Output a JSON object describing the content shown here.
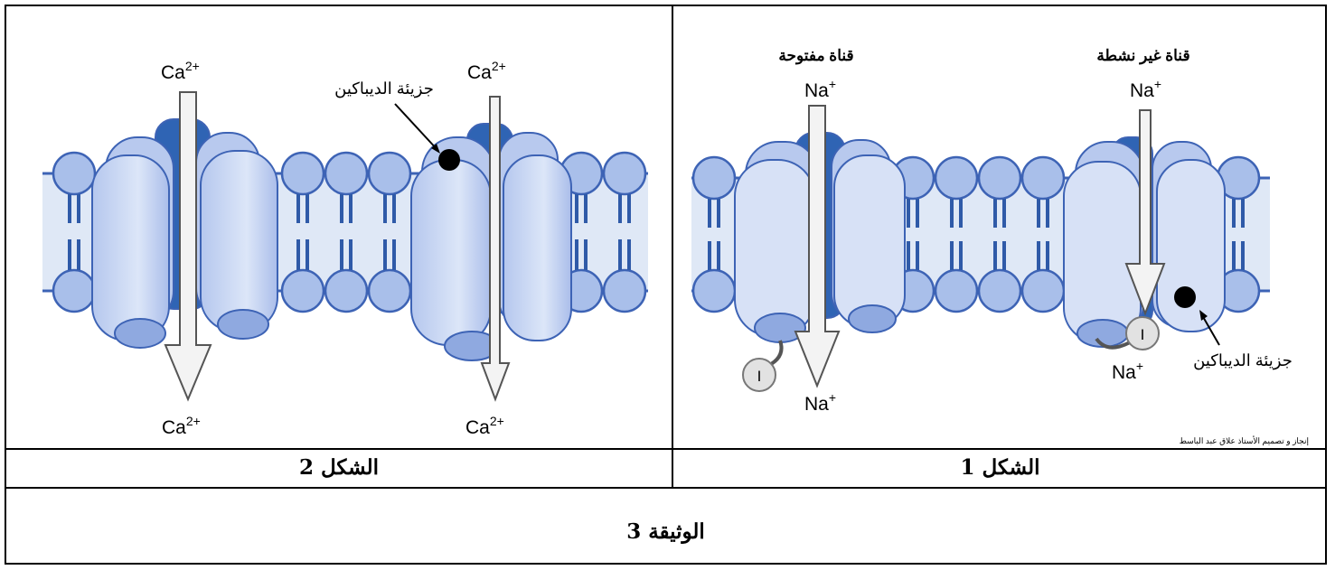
{
  "document_caption": "الوثيقة 3",
  "figure1": {
    "caption": "الشكل 1",
    "open_channel_label": "قناة مفتوحة",
    "inactive_channel_label": "قناة غير نشطة",
    "na_top_open": "Na",
    "na_bottom_open": "Na",
    "na_top_inactive": "Na",
    "na_bottom_inactive": "Na",
    "superscript_plus": "+",
    "inactivation_gate_open": "I",
    "inactivation_gate_closed": "I",
    "diabacaine_label": "جزيئة الديباكين",
    "credit": "إنجاز و تصميم الأستاذ علاق عبد الباسط"
  },
  "figure2": {
    "caption": "الشكل 2",
    "ca_top_left": "Ca",
    "ca_bottom_left": "Ca",
    "ca_top_right": "Ca",
    "ca_bottom_right": "Ca",
    "superscript_2plus": "2+",
    "diabacaine_label": "جزيئة الديباكين"
  },
  "colors": {
    "membrane_band": "#dfe8f6",
    "phospholipid_fill": "#a9bfea",
    "phospholipid_stroke": "#3d63b5",
    "protein_light": "#c6d4f0",
    "protein_dark": "#2f64b4",
    "arrow_fill": "#f3f3f3",
    "arrow_stroke": "#555555"
  }
}
